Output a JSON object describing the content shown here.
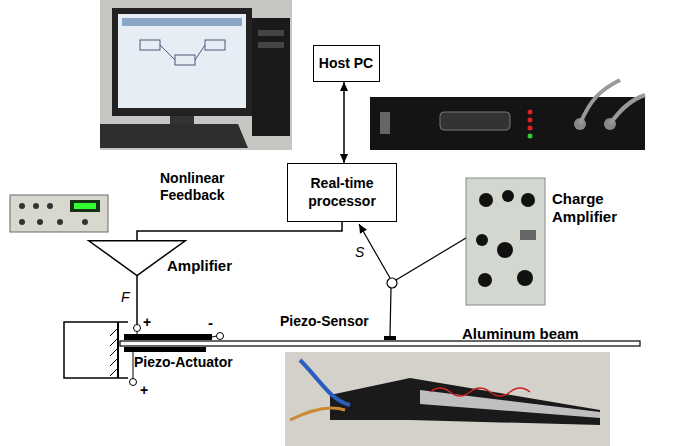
{
  "diagram": {
    "nodes": [
      {
        "text": [
          "Host PC"
        ]
      },
      {
        "text": [
          "Real-time processor"
        ]
      },
      {
        "text": [
          "Amplifier"
        ]
      }
    ],
    "edges": [
      {
        "from": 0,
        "to": 1,
        "arrow": "both"
      },
      {
        "from": 1,
        "to": 2,
        "arrow": "none",
        "label": "Nonlinear Feedback"
      }
    ],
    "labels": [
      "F",
      "S",
      "Charge Amplifier",
      "Piezo-Sensor",
      "Aluminum beam",
      "Piezo-Actuator",
      "+",
      "-",
      "+"
    ]
  }
}
